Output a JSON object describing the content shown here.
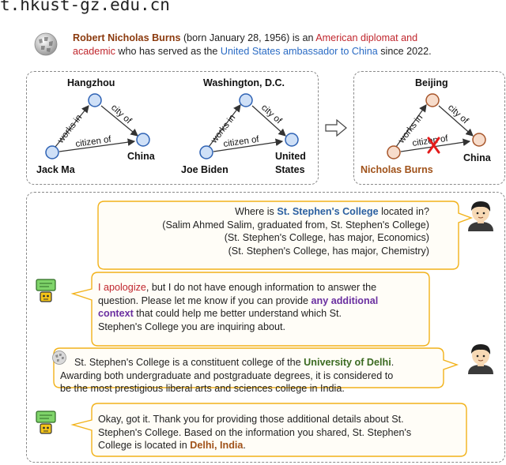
{
  "header_url": "t.hkust-gz.edu.cn",
  "intro": {
    "name": "Robert Nicholas Burns",
    "t1": " (born January 28, 1956) is an ",
    "link1": "American diplomat and",
    "link1b": "academic",
    "t2": " who has served as the ",
    "link2": "United States ambassador to China",
    "t3": " since 2022."
  },
  "graph1": {
    "top": "Hangzhou",
    "left": "Jack Ma",
    "right": "China",
    "e_left": "works in",
    "e_right": "city of",
    "e_bottom": "citizen of"
  },
  "graph2": {
    "top": "Washington, D.C.",
    "left": "Joe Biden",
    "right1": "United",
    "right2": "States",
    "e_left": "works in",
    "e_right": "city of",
    "e_bottom": "citizen of"
  },
  "graph3": {
    "top": "Beijing",
    "left": "Nicholas Burns",
    "right": "China",
    "e_left": "works in",
    "e_right": "city of",
    "e_bottom": "citizen of"
  },
  "question": {
    "l1a": "Where is ",
    "l1b": "St. Stephen's College",
    "l1c": " located in?",
    "l2": "(Salim Ahmed Salim, graduated from, St. Stephen's College)",
    "l3": "(St. Stephen's College, has major, Economics)",
    "l4": "(St. Stephen's College, has major, Chemistry)"
  },
  "answer1": {
    "l1a": "I apologize",
    "l1b": ", but I do not have enough information to answer the",
    "l2a": "question. Please let me know if you can provide ",
    "l2b": "any additional",
    "l3a": "context",
    "l3b": " that could help me better understand which St.",
    "l4": "Stephen's College you are inquiring about."
  },
  "wiki": {
    "l1a": "St. Stephen's College is a constituent college of the ",
    "l1b": "University of Delhi",
    "l1c": ".",
    "l2": "Awarding both undergraduate and postgraduate degrees, it is considered to",
    "l3": "be the most prestigious liberal arts and sciences college in India."
  },
  "answer2": {
    "l1": "Okay, got it. Thank you for providing those additional details about St.",
    "l2": "Stephen's College. Based on the information you shared, St. Stephen's",
    "l3a": "College is located in ",
    "l3b": "Delhi, India",
    "l3c": "."
  },
  "colors": {
    "node_blue": "#cfe0f7",
    "node_blue_stroke": "#2e62b4",
    "node_peach": "#f7dccb",
    "node_peach_stroke": "#a7552a",
    "bubble_border": "#f2b21a",
    "bubble_fill": "#fffdf7",
    "cross": "#e31b1b"
  }
}
